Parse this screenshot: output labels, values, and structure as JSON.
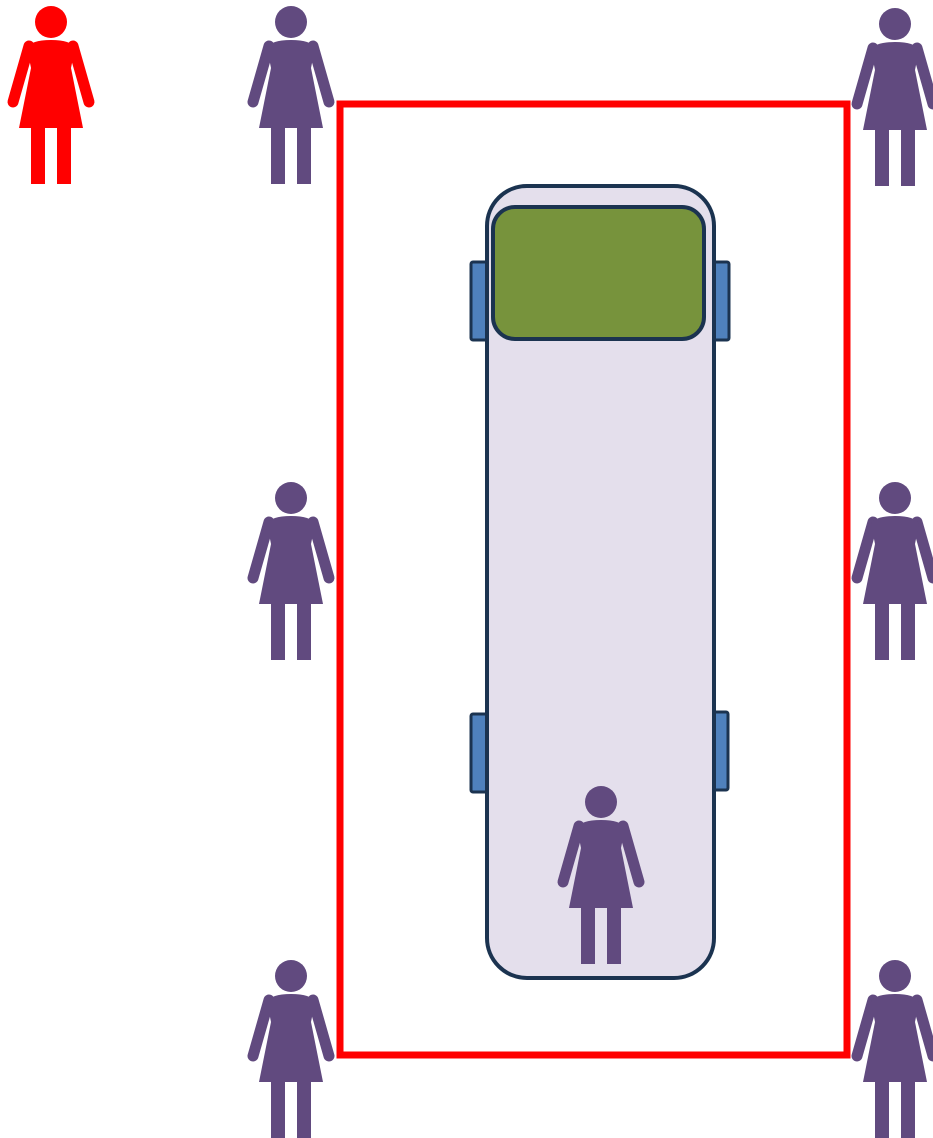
{
  "colors": {
    "background": "#ffffff",
    "highlight_person": "#ff0000",
    "person": "#614a7f",
    "zone_border": "#ff0000",
    "vehicle_body": "#e4dfec",
    "vehicle_outline": "#1b3350",
    "windshield": "#77933c",
    "mirror": "#4f81bd"
  },
  "zone": {
    "icon": "rectangle-outline"
  },
  "vehicle": {
    "icon": "bus-top-view",
    "view": "top-down"
  },
  "people": [
    {
      "id": "highlighted",
      "role": "highlighted",
      "icon": "woman-icon"
    },
    {
      "id": "left-top",
      "role": "standard",
      "icon": "woman-icon"
    },
    {
      "id": "left-middle",
      "role": "standard",
      "icon": "woman-icon"
    },
    {
      "id": "left-bottom",
      "role": "standard",
      "icon": "woman-icon"
    },
    {
      "id": "right-top",
      "role": "standard",
      "icon": "woman-icon"
    },
    {
      "id": "right-middle",
      "role": "standard",
      "icon": "woman-icon"
    },
    {
      "id": "right-bottom",
      "role": "standard",
      "icon": "woman-icon"
    },
    {
      "id": "inside-vehicle",
      "role": "standard",
      "icon": "woman-icon"
    }
  ]
}
